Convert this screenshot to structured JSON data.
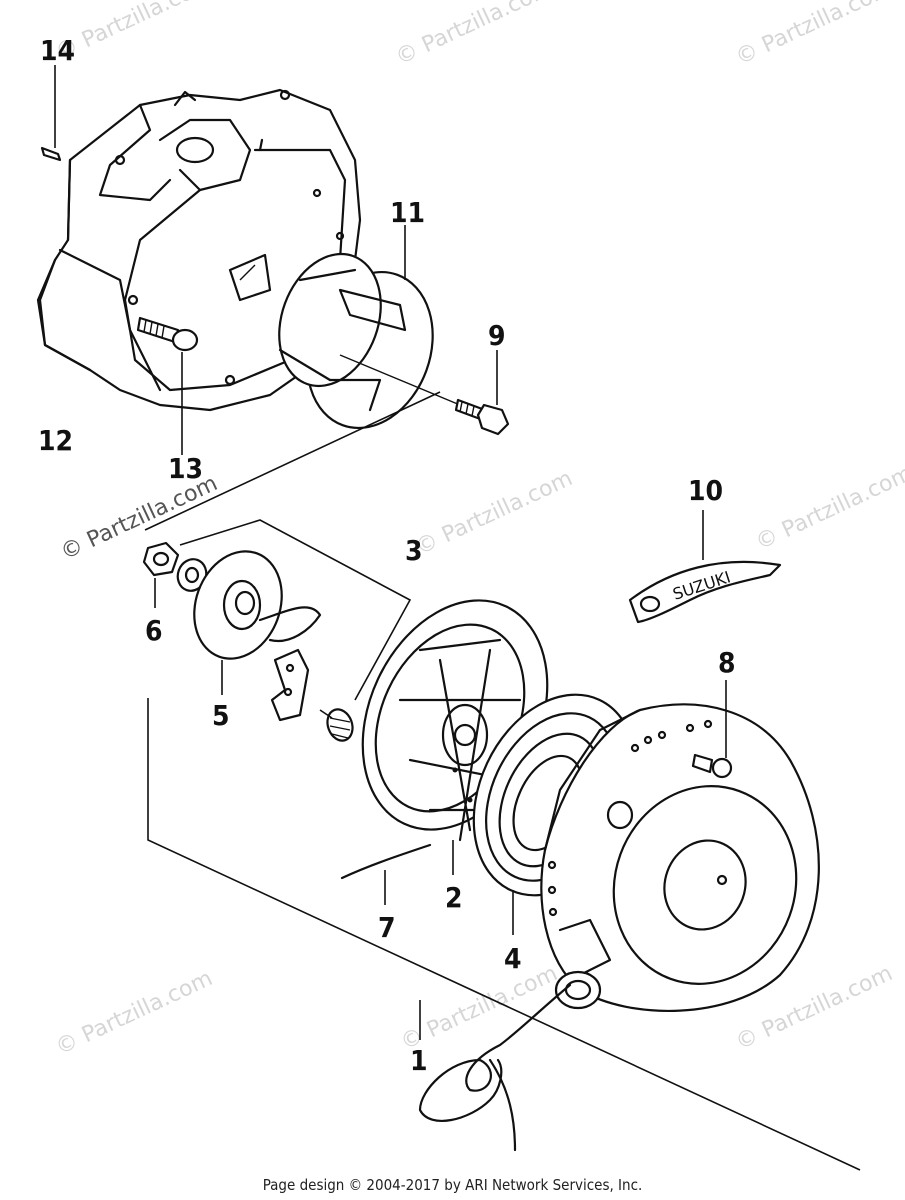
{
  "labels": {
    "p1": "1",
    "p2": "2",
    "p3": "3",
    "p4": "4",
    "p5": "5",
    "p6": "6",
    "p7": "7",
    "p8": "8",
    "p9": "9",
    "p10": "10",
    "p11": "11",
    "p12": "12",
    "p13": "13",
    "p14": "14"
  },
  "decal_text": "SUZUKI",
  "watermark_text": "© Partzilla.com",
  "footer_text": "Page design © 2004-2017 by ARI Network Services, Inc."
}
